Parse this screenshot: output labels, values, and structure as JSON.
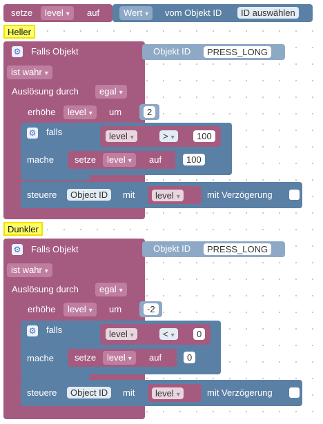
{
  "top": {
    "set_label": "setze",
    "var": "level",
    "to_label": "auf",
    "value_dd": "Wert",
    "from_object_label": "vom Objekt ID",
    "select_id": "ID auswählen"
  },
  "blocks": [
    {
      "tag": "Heller",
      "if_object": "Falls Objekt",
      "object_id_label": "Objekt ID",
      "object_id": "PRESS_LONG",
      "is_true": "ist wahr",
      "trigger_label": "Auslösung durch",
      "trigger": "egal",
      "increase_label": "erhöhe",
      "increase_var": "level",
      "by_label": "um",
      "increase_value": "2",
      "if_label": "falls",
      "cond_var": "level",
      "operator": ">",
      "cond_value": "100",
      "do_label": "mache",
      "set_label": "setze",
      "set_var": "level",
      "to_label": "auf",
      "set_value": "100",
      "control_label": "steuere",
      "control_obj": "Object ID",
      "with_label": "mit",
      "control_var": "level",
      "delay_label": "mit Verzögerung"
    },
    {
      "tag": "Dunkler",
      "if_object": "Falls Objekt",
      "object_id_label": "Objekt ID",
      "object_id": "PRESS_LONG",
      "is_true": "ist wahr",
      "trigger_label": "Auslösung durch",
      "trigger": "egal",
      "increase_label": "erhöhe",
      "increase_var": "level",
      "by_label": "um",
      "increase_value": "-2",
      "if_label": "falls",
      "cond_var": "level",
      "operator": "<",
      "cond_value": "0",
      "do_label": "mache",
      "set_label": "setze",
      "set_var": "level",
      "to_label": "auf",
      "set_value": "0",
      "control_label": "steuere",
      "control_obj": "Object ID",
      "with_label": "mit",
      "control_var": "level",
      "delay_label": "mit Verzögerung"
    }
  ],
  "colors": {
    "logic_block": "#a55b80",
    "action_block": "#5b80a5",
    "comment_tag": "#ffff66"
  }
}
